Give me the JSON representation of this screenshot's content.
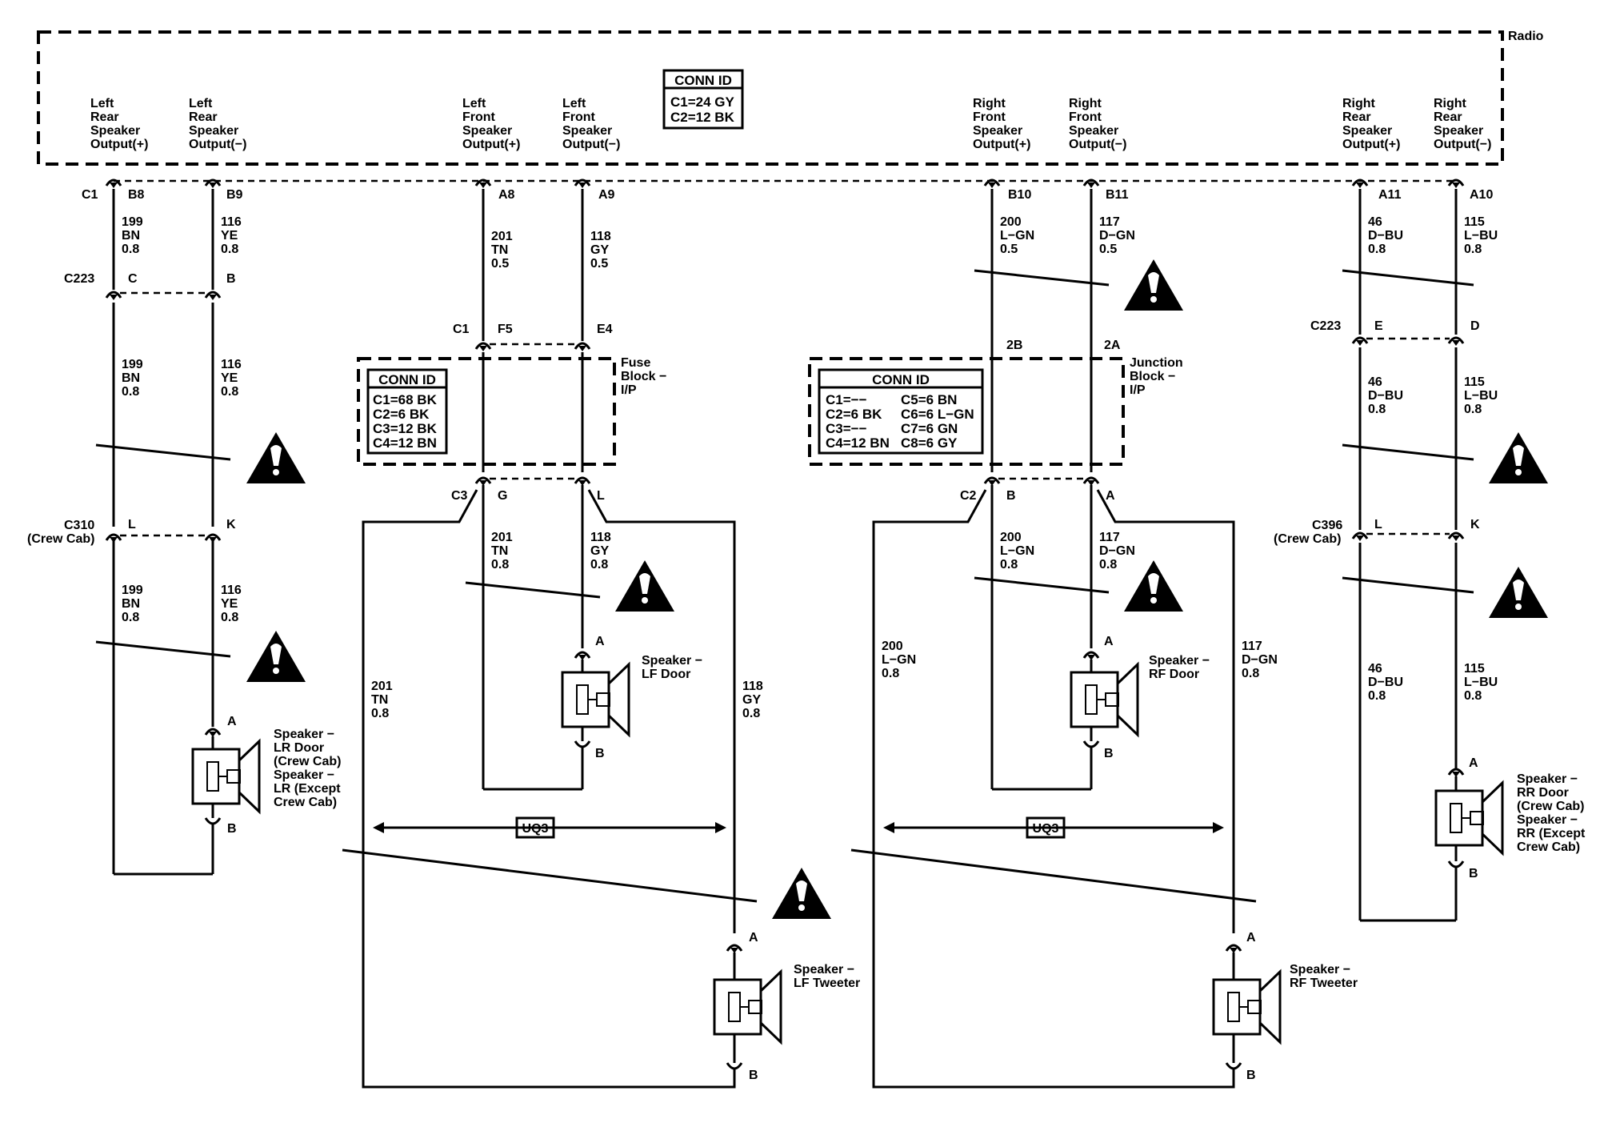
{
  "radio": {
    "title": "Radio",
    "outputs": [
      {
        "id": "lr-plus",
        "lines": [
          "Left",
          "Rear",
          "Speaker",
          "Output(+)"
        ]
      },
      {
        "id": "lr-minus",
        "lines": [
          "Left",
          "Rear",
          "Speaker",
          "Output(−)"
        ]
      },
      {
        "id": "lf-plus",
        "lines": [
          "Left",
          "Front",
          "Speaker",
          "Output(+)"
        ]
      },
      {
        "id": "lf-minus",
        "lines": [
          "Left",
          "Front",
          "Speaker",
          "Output(−)"
        ]
      },
      {
        "id": "rf-plus",
        "lines": [
          "Right",
          "Front",
          "Speaker",
          "Output(+)"
        ]
      },
      {
        "id": "rf-minus",
        "lines": [
          "Right",
          "Front",
          "Speaker",
          "Output(−)"
        ]
      },
      {
        "id": "rr-plus",
        "lines": [
          "Right",
          "Rear",
          "Speaker",
          "Output(+)"
        ]
      },
      {
        "id": "rr-minus",
        "lines": [
          "Right",
          "Rear",
          "Speaker",
          "Output(−)"
        ]
      }
    ],
    "conn_id": {
      "title": "CONN ID",
      "rows": [
        "C1=24 GY",
        "C2=12 BK"
      ]
    }
  },
  "fuse_block": {
    "label_lines": [
      "Fuse",
      "Block −",
      "I/P"
    ],
    "conn_id": {
      "title": "CONN ID",
      "rows": [
        "C1=68 BK",
        "C2=6  BK",
        "C3=12 BK",
        "C4=12 BN"
      ]
    }
  },
  "junction_block": {
    "label_lines": [
      "Junction",
      "Block −",
      "I/P"
    ],
    "conn_id": {
      "title": "CONN ID",
      "rows_left": [
        "C1=−−",
        "C2=6 BK",
        "C3=−−",
        "C4=12 BN"
      ],
      "rows_right": [
        "C5=6 BN",
        "C6=6 L−GN",
        "C7=6 GN",
        "C8=6 GY"
      ]
    }
  },
  "pins": {
    "radio_c1": "C1",
    "b8": "B8",
    "b9": "B9",
    "a8": "A8",
    "a9": "A9",
    "b10": "B10",
    "b11": "B11",
    "a11": "A11",
    "a10": "A10",
    "c223_left": "C223",
    "c223_c": "C",
    "c223_b": "B",
    "fb_c1": "C1",
    "f5": "F5",
    "e4": "E4",
    "jb_2b": "2B",
    "jb_2a": "2A",
    "c223_right": "C223",
    "c223_e": "E",
    "c223_d": "D",
    "fb_c3": "C3",
    "fb_g": "G",
    "fb_l": "L",
    "jb_c2": "C2",
    "jb_b": "B",
    "jb_a": "A",
    "c310": "C310",
    "c310_sub": "(Crew Cab)",
    "c310_l": "L",
    "c310_k": "K",
    "c396": "C396",
    "c396_sub": "(Crew Cab)",
    "c396_l": "L",
    "c396_k": "K",
    "lr_a": "A",
    "lr_b": "B",
    "lfd_a": "A",
    "lfd_b": "B",
    "rfd_a": "A",
    "rfd_b": "B",
    "lft_a": "A",
    "lft_b": "B",
    "rft_a": "A",
    "rft_b": "B",
    "rr_a": "A",
    "rr_b": "B"
  },
  "wires": {
    "w199_1": [
      "199",
      "BN",
      "0.8"
    ],
    "w116_1": [
      "116",
      "YE",
      "0.8"
    ],
    "w201_1": [
      "201",
      "TN",
      "0.5"
    ],
    "w118_1": [
      "118",
      "GY",
      "0.5"
    ],
    "w200_1": [
      "200",
      "L−GN",
      "0.5"
    ],
    "w117_1": [
      "117",
      "D−GN",
      "0.5"
    ],
    "w46_1": [
      "46",
      "D−BU",
      "0.8"
    ],
    "w115_1": [
      "115",
      "L−BU",
      "0.8"
    ],
    "w199_2": [
      "199",
      "BN",
      "0.8"
    ],
    "w116_2": [
      "116",
      "YE",
      "0.8"
    ],
    "w46_2": [
      "46",
      "D−BU",
      "0.8"
    ],
    "w115_2": [
      "115",
      "L−BU",
      "0.8"
    ],
    "w201_2": [
      "201",
      "TN",
      "0.8"
    ],
    "w118_2": [
      "118",
      "GY",
      "0.8"
    ],
    "w200_2": [
      "200",
      "L−GN",
      "0.8"
    ],
    "w117_2": [
      "117",
      "D−GN",
      "0.8"
    ],
    "w199_3": [
      "199",
      "BN",
      "0.8"
    ],
    "w116_3": [
      "116",
      "YE",
      "0.8"
    ],
    "w201_3": [
      "201",
      "TN",
      "0.8"
    ],
    "w118_3": [
      "118",
      "GY",
      "0.8"
    ],
    "w200_3": [
      "200",
      "L−GN",
      "0.8"
    ],
    "w117_3": [
      "117",
      "D−GN",
      "0.8"
    ],
    "w46_3": [
      "46",
      "D−BU",
      "0.8"
    ],
    "w115_3": [
      "115",
      "L−BU",
      "0.8"
    ]
  },
  "speakers": {
    "lr": [
      "Speaker −",
      "LR Door",
      "(Crew Cab)",
      "Speaker −",
      "LR (Except",
      "Crew Cab)"
    ],
    "lf_door": [
      "Speaker −",
      "LF Door"
    ],
    "rf_door": [
      "Speaker −",
      "RF Door"
    ],
    "lf_tweeter": [
      "Speaker −",
      "LF Tweeter"
    ],
    "rf_tweeter": [
      "Speaker −",
      "RF Tweeter"
    ],
    "rr": [
      "Speaker −",
      "RR Door",
      "(Crew Cab)",
      "Speaker −",
      "RR (Except",
      "Crew Cab)"
    ]
  },
  "options": {
    "left": "UQ3",
    "right": "UQ3"
  }
}
